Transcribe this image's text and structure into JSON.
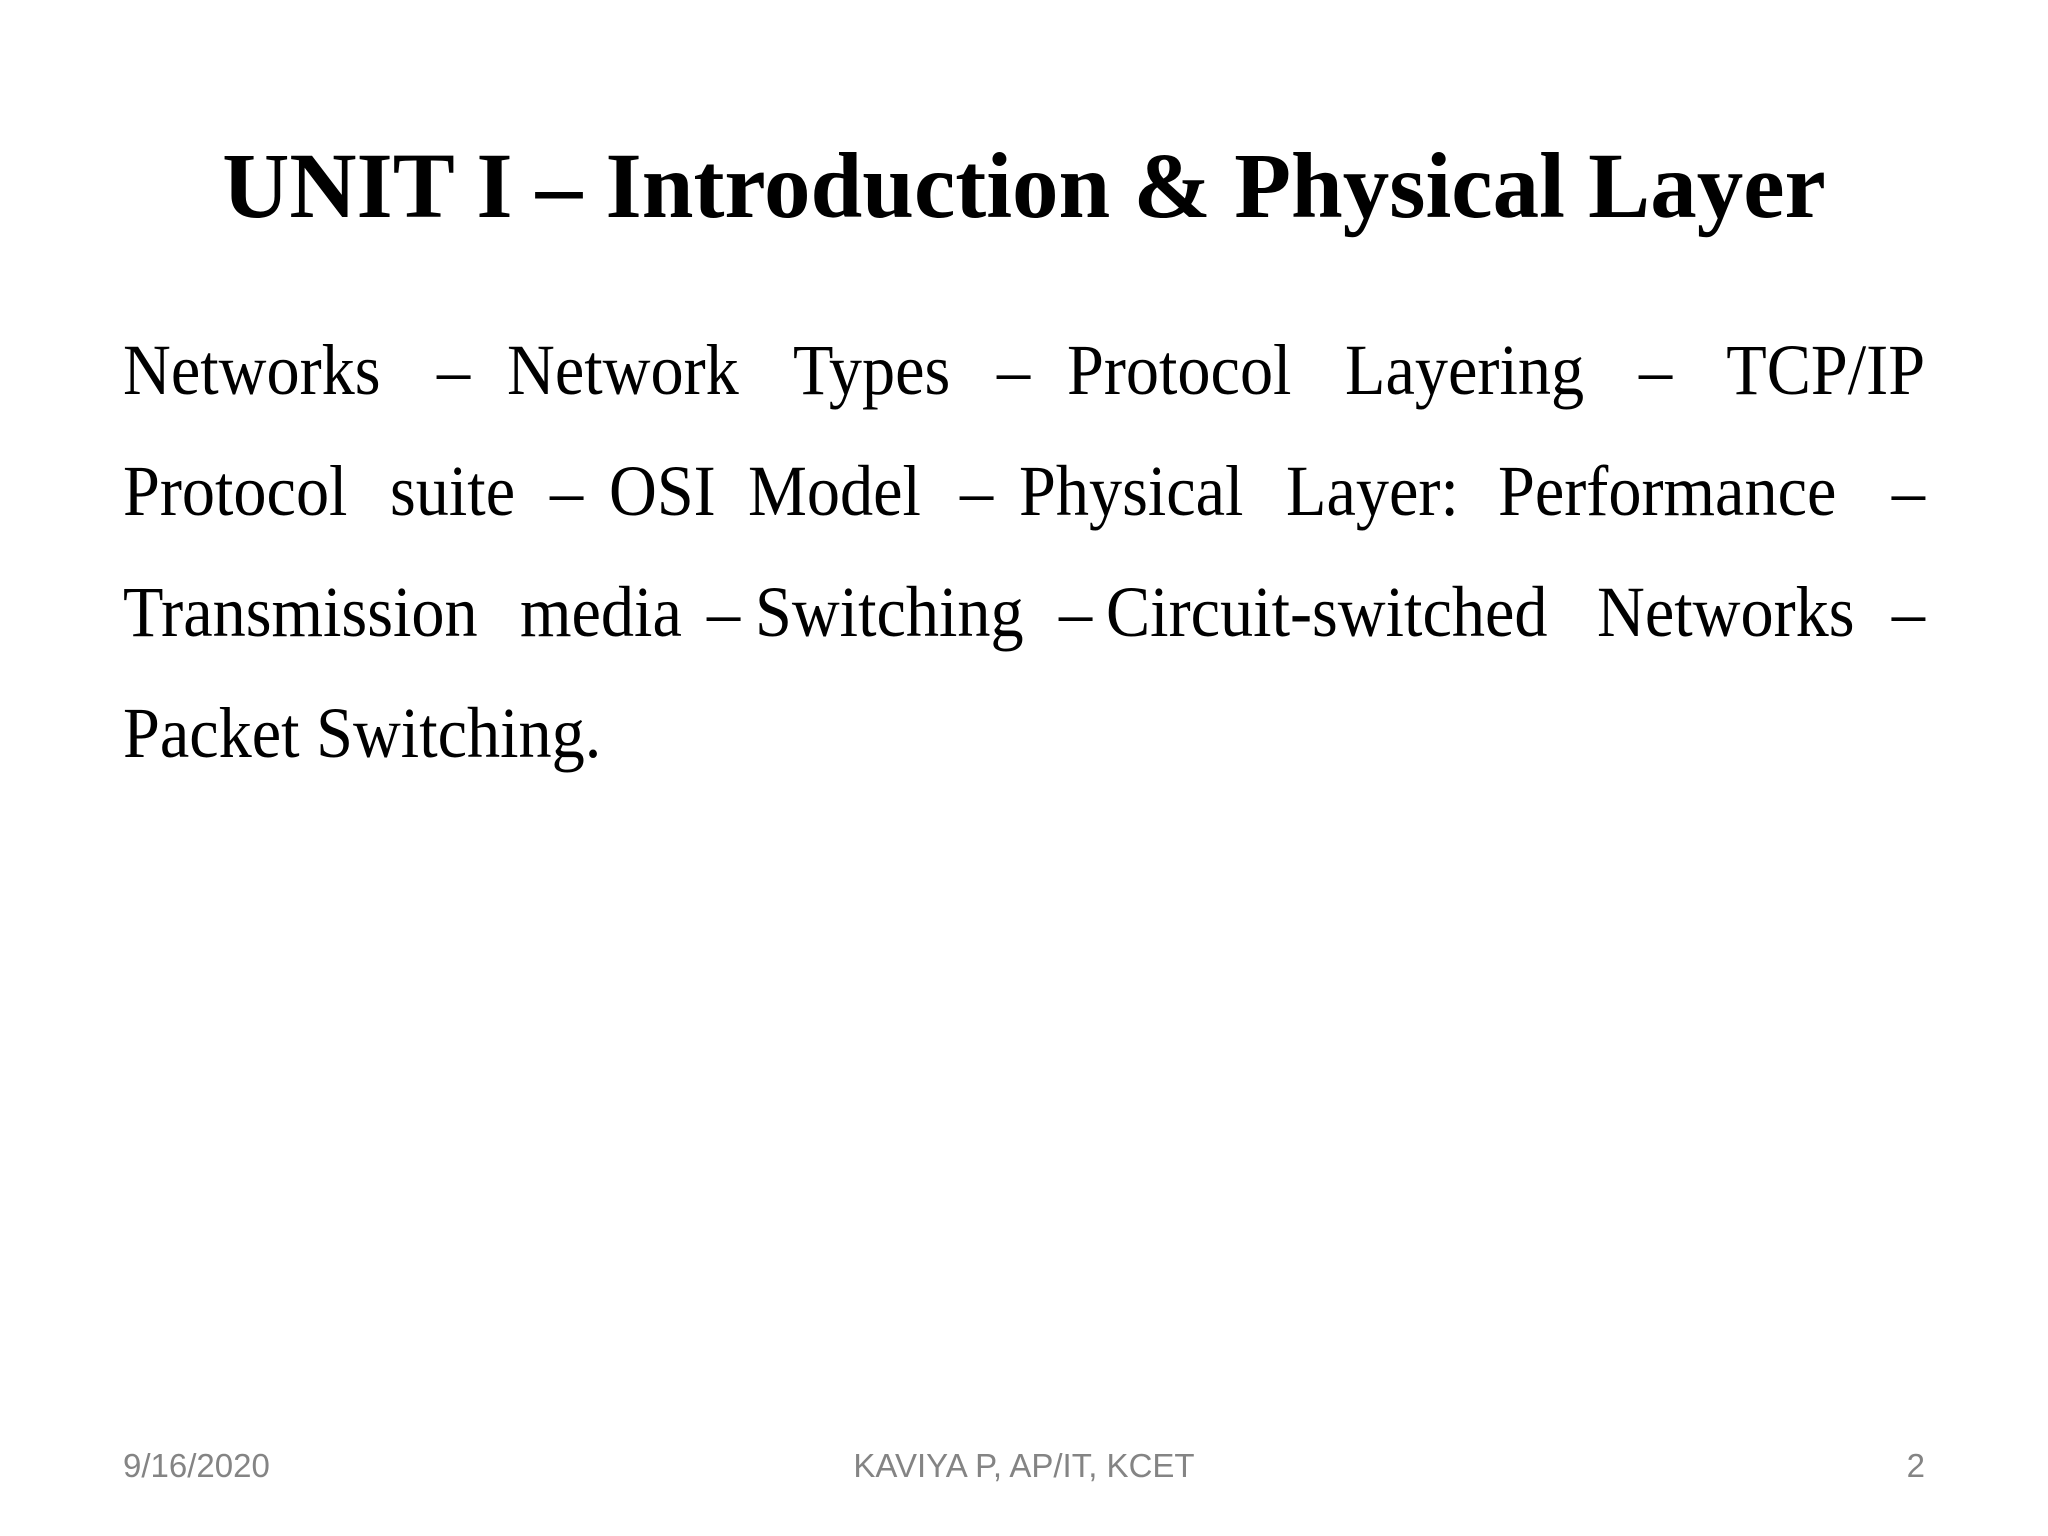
{
  "slide": {
    "title": "UNIT I – Introduction & Physical Layer",
    "body": {
      "full_text": "Networks – Network Types – Protocol Layering – TCP/IP Protocol suite – OSI Model – Physical Layer: Performance – Transmission media – Switching – Circuit-switched Networks – Packet Switching.",
      "lines": [
        {
          "words": [
            "Networks",
            "–",
            "Network",
            "Types",
            "–",
            "Protocol",
            "Layering",
            "–",
            "TCP/IP"
          ],
          "justify": true
        },
        {
          "words": [
            "Protocol",
            "suite",
            "–",
            "OSI",
            "Model",
            "–",
            "Physical",
            "Layer:",
            "Performance",
            "–"
          ],
          "justify": true
        },
        {
          "words": [
            "Transmission",
            "media",
            "–",
            "Switching",
            "–",
            "Circuit-switched",
            "Networks",
            "–"
          ],
          "justify": true
        },
        {
          "words": [
            "Packet",
            "Switching."
          ],
          "justify": false
        }
      ]
    },
    "footer": {
      "date": "9/16/2020",
      "center": "KAVIYA P, AP/IT, KCET",
      "page_number": "2"
    },
    "colors": {
      "background": "#ffffff",
      "text": "#000000",
      "footer_text": "#848484"
    }
  }
}
